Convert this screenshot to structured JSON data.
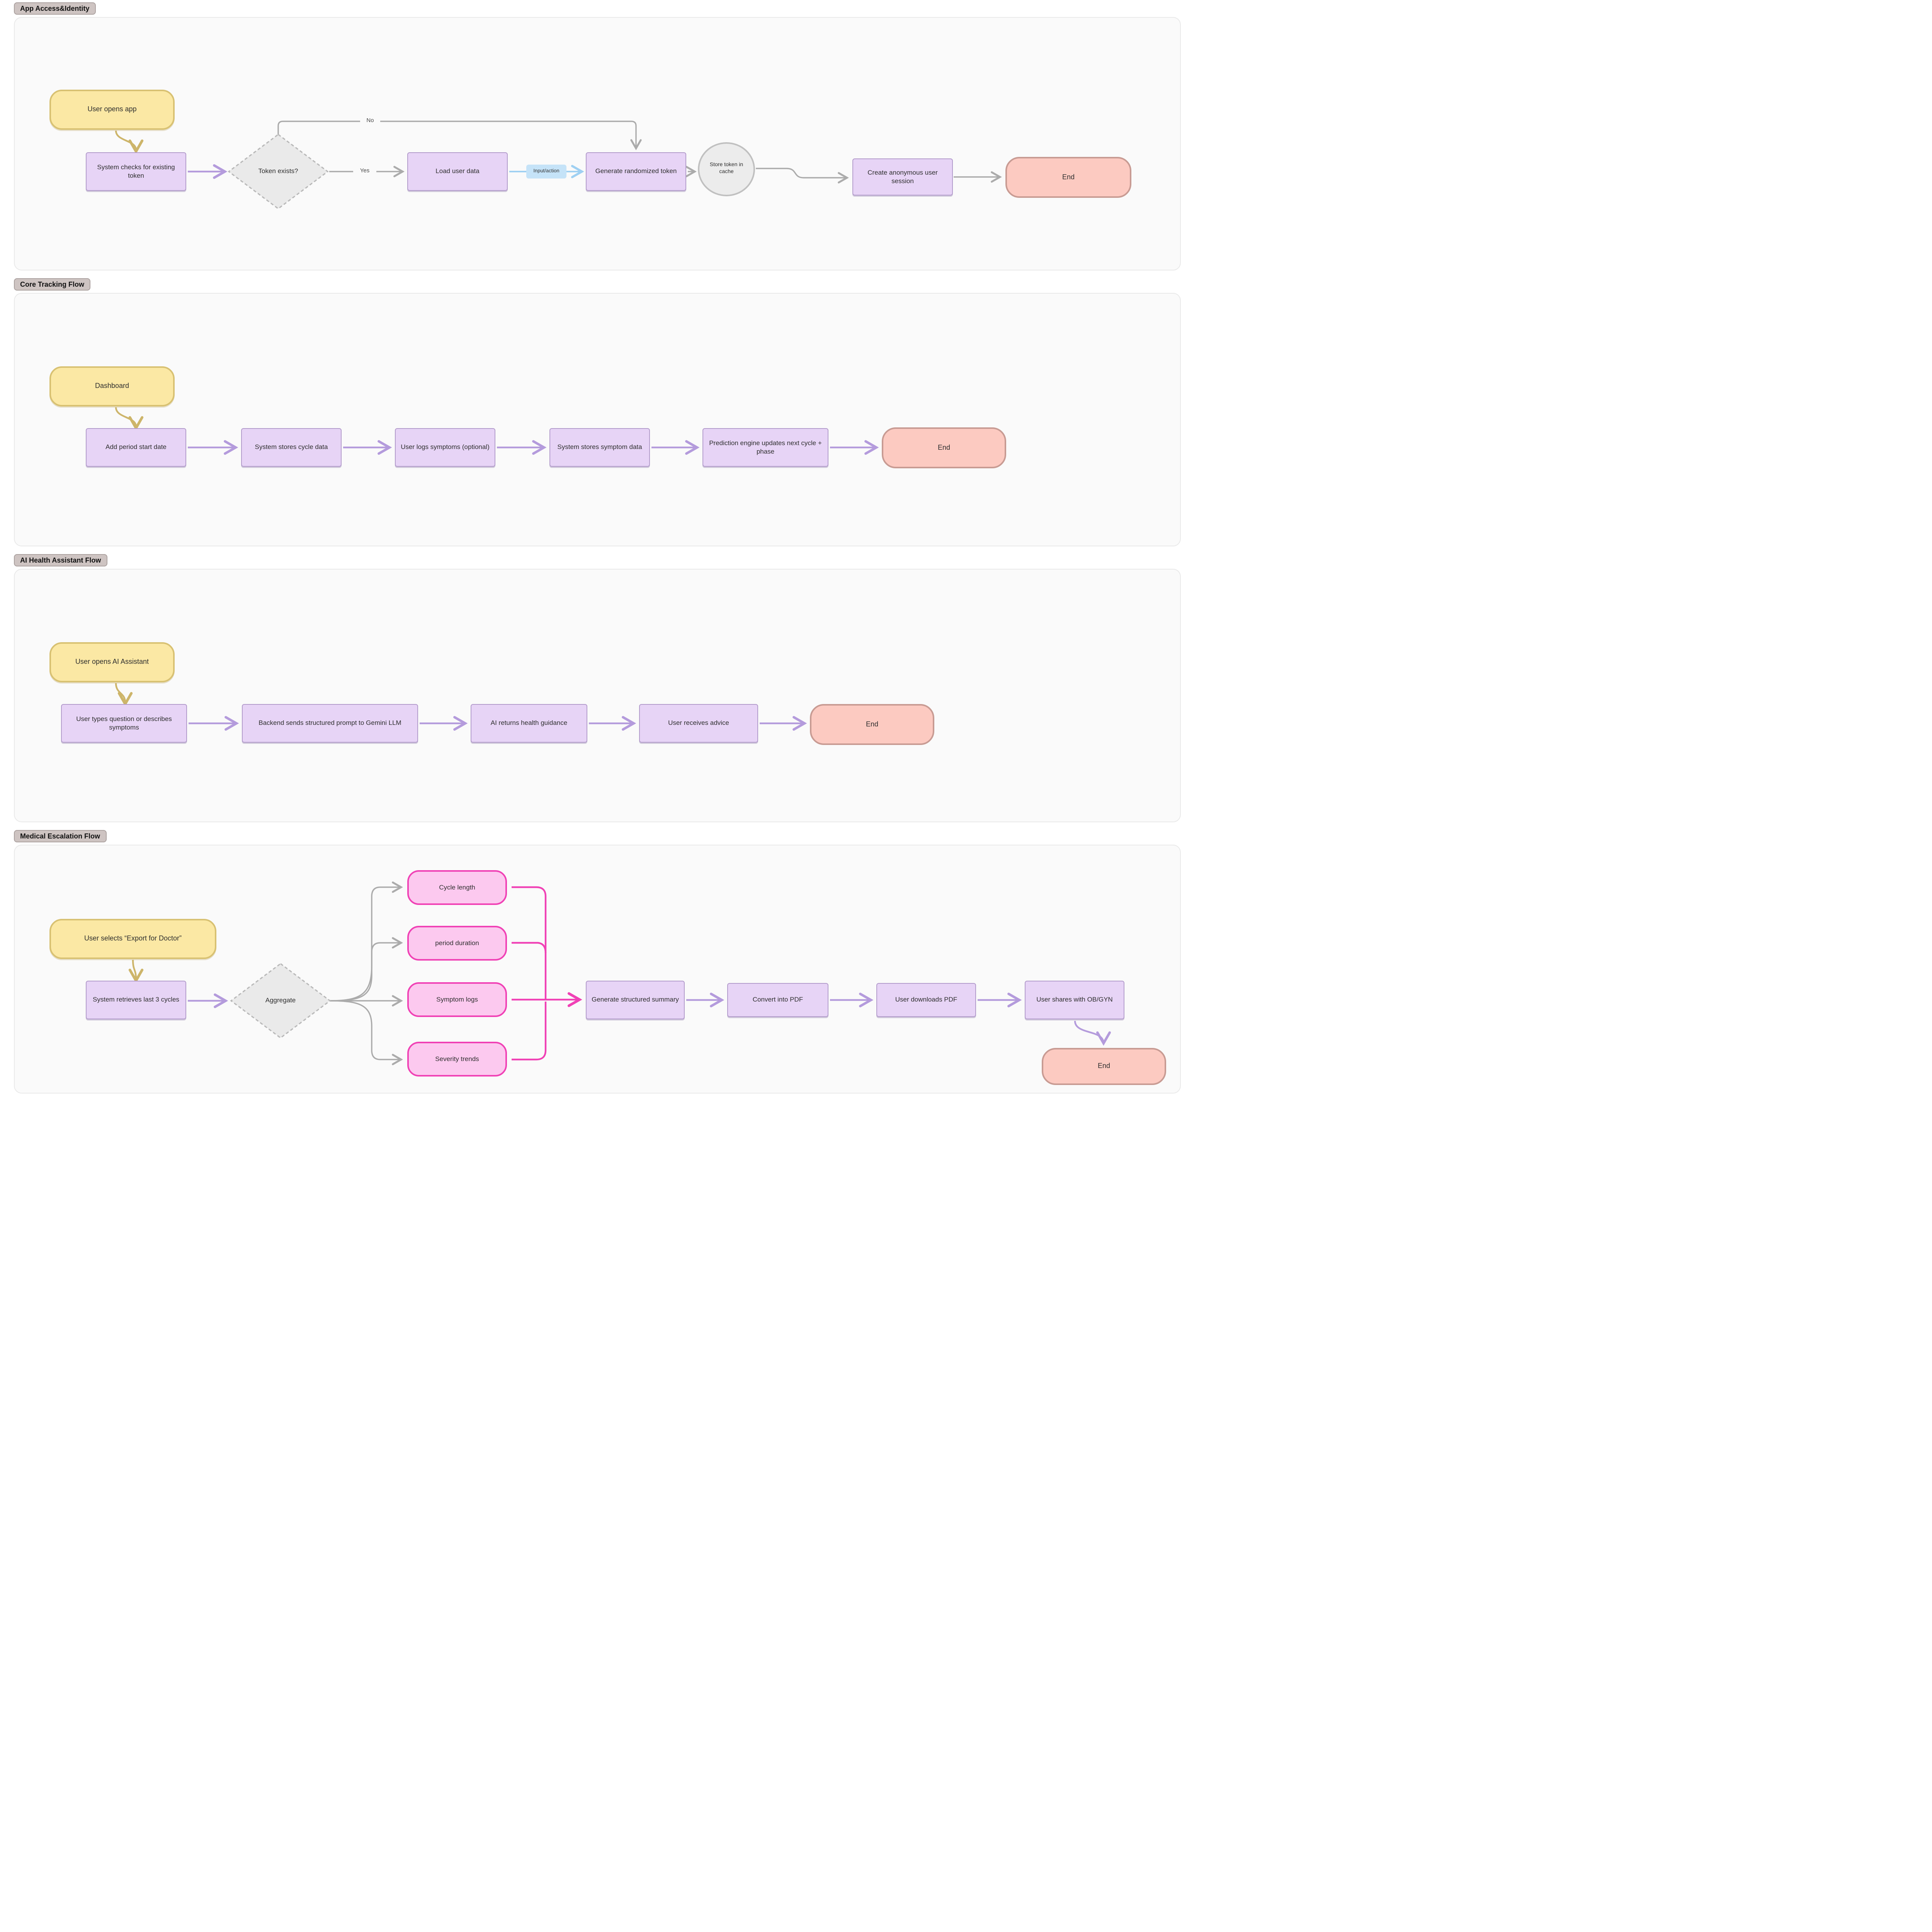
{
  "flows": [
    {
      "label": "App Access&Identity",
      "nodes": [
        {
          "label": "User opens app",
          "type": "start"
        },
        {
          "label": "System checks for existing token",
          "type": "process"
        },
        {
          "label": "Token exists?",
          "type": "decision"
        },
        {
          "label": "Load user data",
          "type": "process"
        },
        {
          "label": "Generate randomized token",
          "type": "process"
        },
        {
          "label": "Store token in cache",
          "type": "storage"
        },
        {
          "label": "Create anonymous user session",
          "type": "process"
        },
        {
          "label": "End",
          "type": "end"
        }
      ],
      "edge_labels": {
        "no": "No",
        "yes": "Yes",
        "input_action": "Input/action"
      }
    },
    {
      "label": "Core Tracking Flow",
      "nodes": [
        {
          "label": "Dashboard",
          "type": "start"
        },
        {
          "label": "Add period start date",
          "type": "process"
        },
        {
          "label": "System stores cycle data",
          "type": "process"
        },
        {
          "label": "User logs symptoms (optional)",
          "type": "process"
        },
        {
          "label": "System stores symptom data",
          "type": "process"
        },
        {
          "label": "Prediction engine updates next cycle + phase",
          "type": "process"
        },
        {
          "label": "End",
          "type": "end"
        }
      ]
    },
    {
      "label": "AI Health Assistant Flow",
      "nodes": [
        {
          "label": "User opens AI Assistant",
          "type": "start"
        },
        {
          "label": "User types question or describes symptoms",
          "type": "process"
        },
        {
          "label": "Backend sends structured prompt to Gemini LLM",
          "type": "process"
        },
        {
          "label": "AI returns health guidance",
          "type": "process"
        },
        {
          "label": "User receives advice",
          "type": "process"
        },
        {
          "label": "End",
          "type": "end"
        }
      ]
    },
    {
      "label": "Medical Escalation Flow",
      "nodes": [
        {
          "label": "User selects “Export for Doctor”",
          "type": "start"
        },
        {
          "label": "System retrieves last 3 cycles",
          "type": "process"
        },
        {
          "label": "Aggregate",
          "type": "decision"
        },
        {
          "label": "Cycle length",
          "type": "pink-pill"
        },
        {
          "label": "period duration",
          "type": "pink-pill"
        },
        {
          "label": "Symptom logs",
          "type": "pink-pill"
        },
        {
          "label": "Severity trends",
          "type": "pink-pill"
        },
        {
          "label": "Generate structured summary",
          "type": "process"
        },
        {
          "label": "Convert into PDF",
          "type": "process"
        },
        {
          "label": "User downloads PDF",
          "type": "process"
        },
        {
          "label": "User shares with OB/GYN",
          "type": "process"
        },
        {
          "label": "End",
          "type": "end"
        }
      ]
    }
  ],
  "colors": {
    "start_fill": "#FBE8A4",
    "start_border": "#D8C172",
    "process_fill": "#E7D4F6",
    "process_border": "#B29BCB",
    "end_fill": "#FCCAC1",
    "end_border": "#C89B93",
    "pink_fill": "#FCC9EF",
    "pink_border": "#F041B5",
    "decision_fill": "#EAEAEA",
    "decision_border": "#B9B9B9",
    "storage_fill": "#ECECEC",
    "storage_border": "#C0C0C0",
    "edge_gray": "#ABABAB",
    "edge_purple": "#B49BDC",
    "edge_blue": "#9FD0F2",
    "edge_pink": "#F041B5",
    "edge_yellow": "#CDB56A",
    "panel_fill": "#FAFAFA",
    "chip_fill": "#CEC4C2"
  }
}
